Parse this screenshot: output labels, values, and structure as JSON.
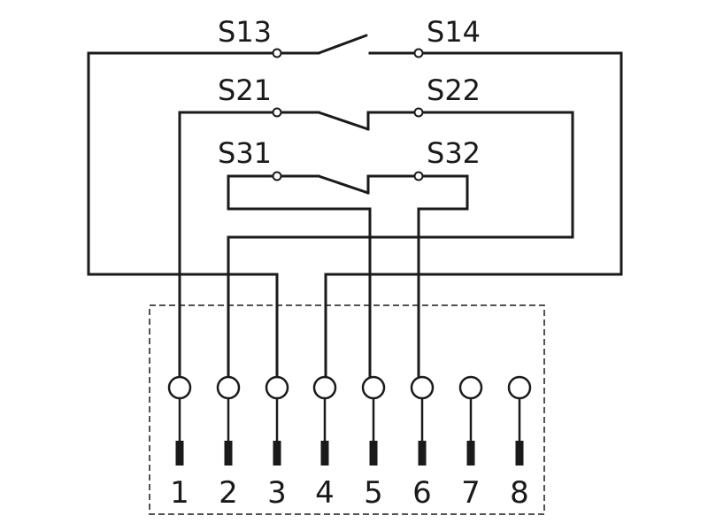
{
  "contacts": {
    "s13": "S13",
    "s14": "S14",
    "s21": "S21",
    "s22": "S22",
    "s31": "S31",
    "s32": "S32"
  },
  "pins": [
    "1",
    "2",
    "3",
    "4",
    "5",
    "6",
    "7",
    "8"
  ]
}
